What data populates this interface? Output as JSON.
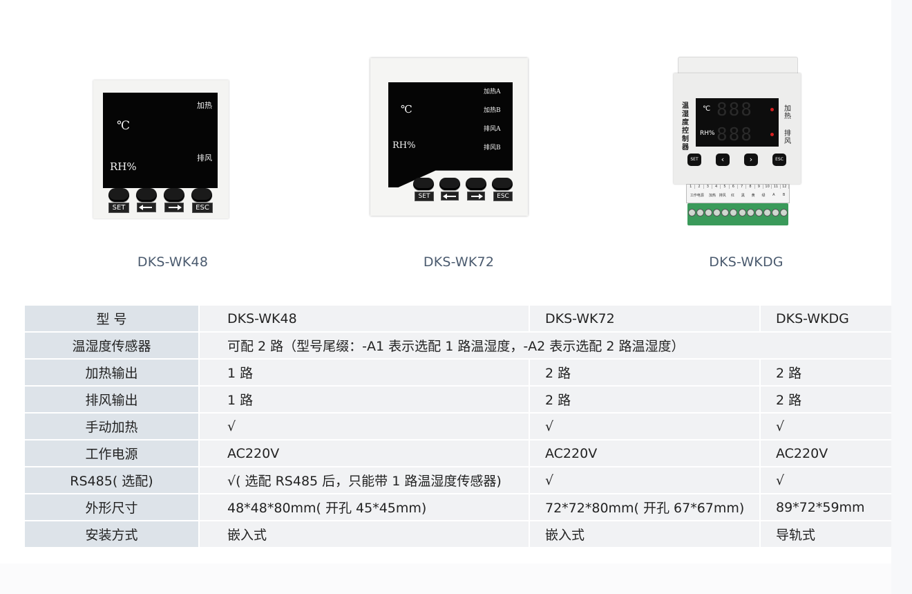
{
  "products": [
    {
      "name": "DKS-WK48",
      "lcd": {
        "unit_temp": "℃",
        "unit_hum": "RH%",
        "label_heat": "加热",
        "label_fan": "排风"
      },
      "keys": {
        "set": "SET",
        "esc": "ESC"
      }
    },
    {
      "name": "DKS-WK72",
      "lcd": {
        "unit_temp": "℃",
        "unit_hum": "RH%",
        "label_heat_a": "加热A",
        "label_heat_b": "加热B",
        "label_fan_a": "排风A",
        "label_fan_b": "排风B"
      },
      "keys": {
        "set": "SET",
        "esc": "ESC"
      }
    },
    {
      "name": "DKS-WKDG",
      "panel": {
        "side_title": "温湿度控制器",
        "unit_temp": "℃",
        "unit_hum": "RH%",
        "label_heat": "加热",
        "label_fan": "排风",
        "digits": "888"
      },
      "keys": {
        "set": "SET",
        "esc": "ESC"
      },
      "terminals": [
        "1",
        "2",
        "3",
        "4",
        "5",
        "6",
        "7",
        "8",
        "9",
        "10",
        "11",
        "12"
      ],
      "terminal_labels": [
        "工作电源",
        "加热",
        "排风",
        "红",
        "黑",
        "黄",
        "绿",
        "A",
        "B"
      ]
    }
  ],
  "table": {
    "rows": [
      {
        "label": "型 号",
        "cells": [
          "DKS-WK48",
          "DKS-WK72",
          "DKS-WKDG"
        ]
      },
      {
        "label": "温湿度传感器",
        "span": "可配 2 路（型号尾缀：-A1 表示选配 1 路温湿度，-A2 表示选配 2 路温湿度）"
      },
      {
        "label": "加热输出",
        "cells": [
          "1 路",
          "2 路",
          "2 路"
        ]
      },
      {
        "label": "排风输出",
        "cells": [
          "1 路",
          "2 路",
          "2 路"
        ]
      },
      {
        "label": "手动加热",
        "cells": [
          "√",
          "√",
          "√"
        ]
      },
      {
        "label": "工作电源",
        "cells": [
          "AC220V",
          "AC220V",
          "AC220V"
        ]
      },
      {
        "label": "RS485( 选配)",
        "cells": [
          "√( 选配 RS485 后，只能带 1 路温湿度传感器)",
          "√",
          "√"
        ]
      },
      {
        "label": "外形尺寸",
        "cells": [
          "48*48*80mm( 开孔 45*45mm)",
          "72*72*80mm( 开孔 67*67mm)",
          "89*72*59mm"
        ]
      },
      {
        "label": "安装方式",
        "cells": [
          "嵌入式",
          "嵌入式",
          "导轨式"
        ]
      }
    ]
  }
}
